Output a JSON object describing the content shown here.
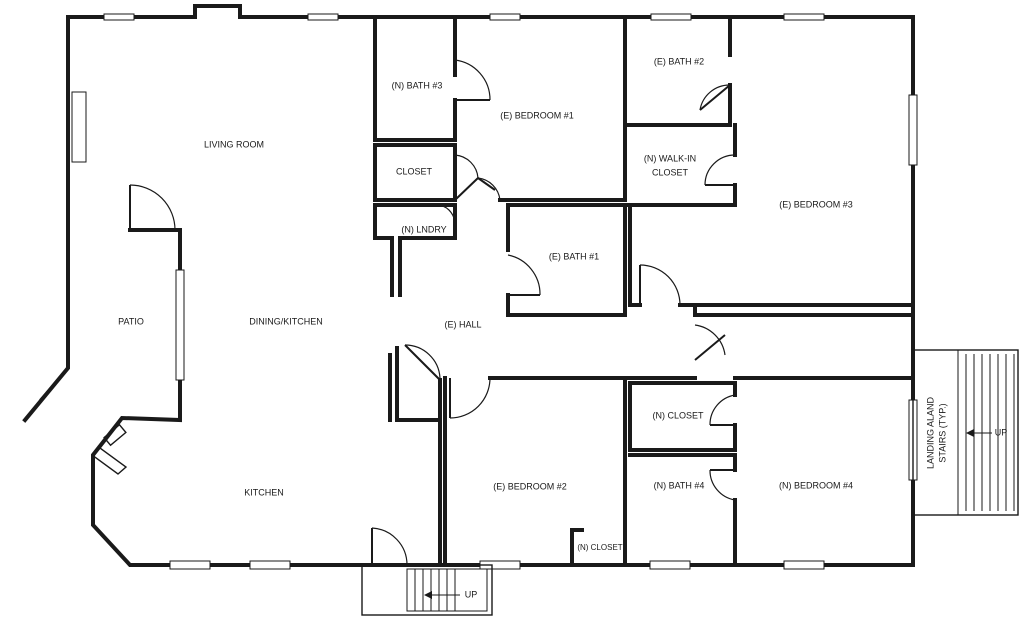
{
  "rooms": {
    "living_room": "LIVING ROOM",
    "patio": "PATIO",
    "dining_kitchen": "DINING/KITCHEN",
    "kitchen": "KITCHEN",
    "n_bath_3": "(N) BATH #3",
    "closet": "CLOSET",
    "n_lndry": "(N) LNDRY",
    "e_bedroom_1": "(E) BEDROOM #1",
    "e_bath_1": "(E) BATH #1",
    "e_hall": "(E) HALL",
    "e_bath_2": "(E) BATH #2",
    "n_walkin_line1": "(N) WALK-IN",
    "n_walkin_line2": "CLOSET",
    "e_bedroom_3": "(E) BEDROOM #3",
    "e_bedroom_2": "(E) BEDROOM #2",
    "n_closet": "(N) CLOSET",
    "n_closet_small": "(N) CLOSET",
    "n_bath_4": "(N) BATH #4",
    "n_bedroom_4": "(N) BEDROOM #4"
  },
  "stairs": {
    "landing_line1": "LANDING ALAND",
    "landing_line2": "STAIRS (TYP.)",
    "up_right": "UP",
    "up_bottom": "UP"
  },
  "colors": {
    "line": "#1a1a1a",
    "background": "#ffffff"
  }
}
